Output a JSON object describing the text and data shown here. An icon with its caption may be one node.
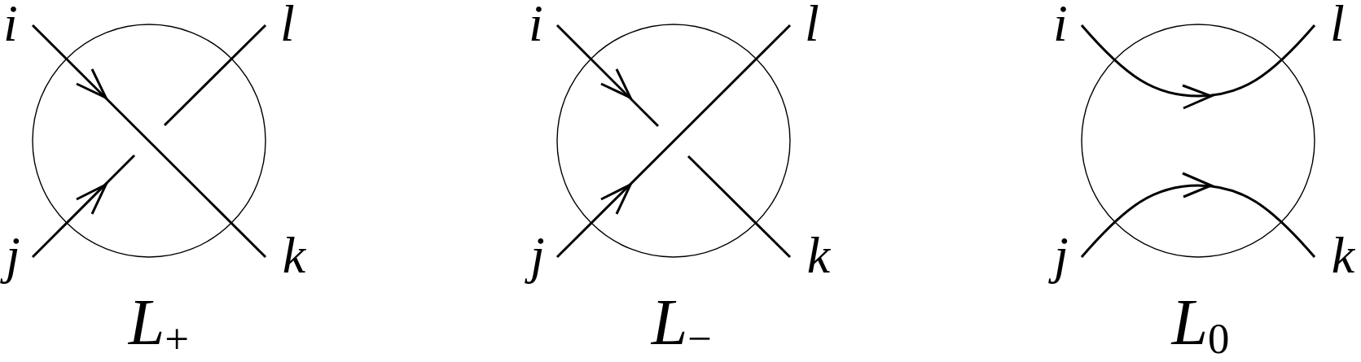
{
  "diagram": {
    "labels": [
      "i",
      "l",
      "j",
      "k",
      "L$_{+}$",
      "i",
      "l",
      "j",
      "k",
      "L$_{−}$",
      "i",
      "l",
      "j",
      "k",
      "L$_{0}$"
    ]
  }
}
